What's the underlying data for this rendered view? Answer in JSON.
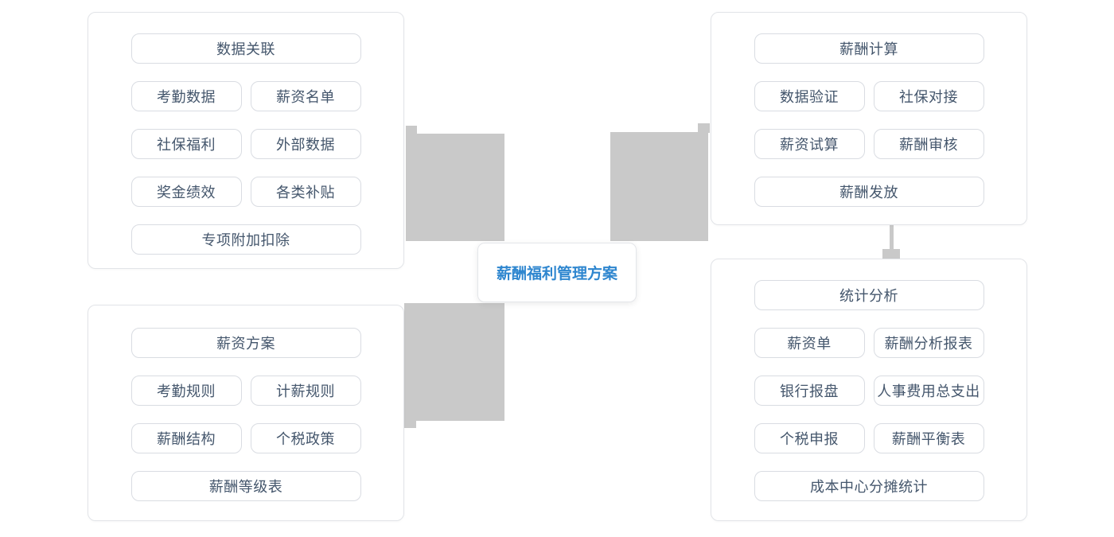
{
  "center_node": {
    "label": "薪酬福利管理方案"
  },
  "panels": [
    {
      "name": "data-association-group",
      "items": [
        {
          "label": "数据关联"
        },
        {
          "label": "考勤数据"
        },
        {
          "label": "薪资名单"
        },
        {
          "label": "社保福利"
        },
        {
          "label": "外部数据"
        },
        {
          "label": "奖金绩效"
        },
        {
          "label": "各类补贴"
        },
        {
          "label": "专项附加扣除"
        }
      ]
    },
    {
      "name": "salary-calculation-group",
      "items": [
        {
          "label": "薪酬计算"
        },
        {
          "label": "数据验证"
        },
        {
          "label": "社保对接"
        },
        {
          "label": "薪资试算"
        },
        {
          "label": "薪酬审核"
        },
        {
          "label": "薪酬发放"
        }
      ]
    },
    {
      "name": "salary-scheme-group",
      "items": [
        {
          "label": "薪资方案"
        },
        {
          "label": "考勤规则"
        },
        {
          "label": "计薪规则"
        },
        {
          "label": "薪酬结构"
        },
        {
          "label": "个税政策"
        },
        {
          "label": "薪酬等级表"
        }
      ]
    },
    {
      "name": "statistical-analysis-group",
      "items": [
        {
          "label": "统计分析"
        },
        {
          "label": "薪资单"
        },
        {
          "label": "薪酬分析报表"
        },
        {
          "label": "银行报盘"
        },
        {
          "label": "人事费用总支出"
        },
        {
          "label": "个税申报"
        },
        {
          "label": "薪酬平衡表"
        },
        {
          "label": "成本中心分摊统计"
        }
      ]
    }
  ],
  "colors": {
    "accent_blue": "#2e86cf",
    "node_text": "#44566c",
    "connector_gray": "#c9c9c9",
    "panel_border": "#e2e4e8",
    "button_border": "#d9dce2"
  }
}
